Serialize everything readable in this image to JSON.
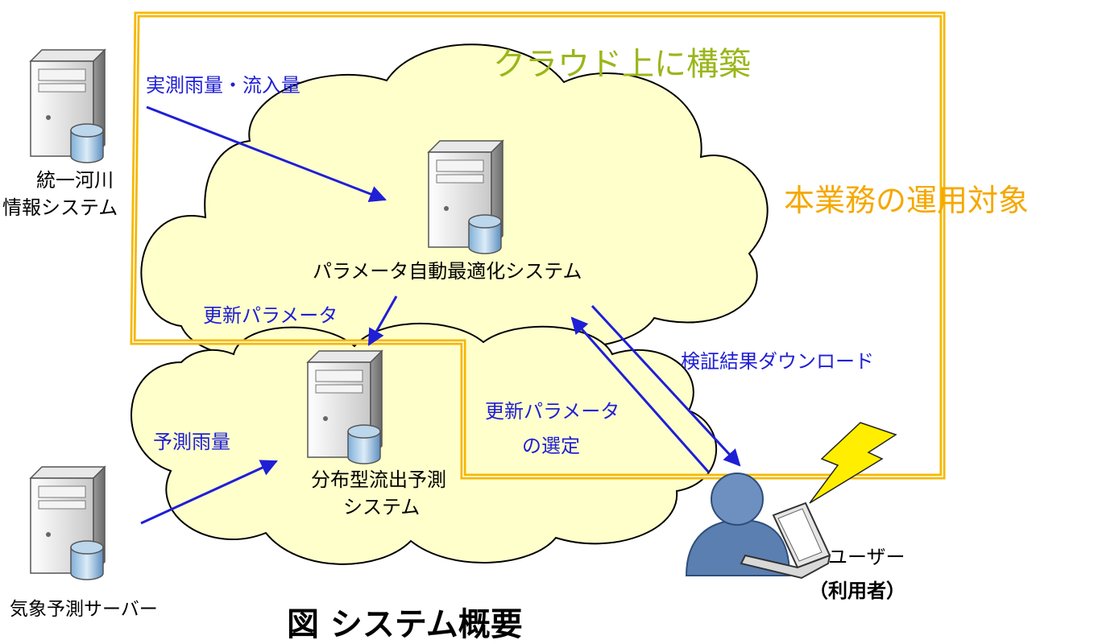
{
  "colors": {
    "cloud_fill": "#ffffcc",
    "cloud_stroke": "#000000",
    "boundary": "#f5b800",
    "arrow": "#1f1fd6",
    "cloud_title": "#9ab61a",
    "boundary_title": "#f5a800",
    "user": "#5b7fb0",
    "lightning": "#ffee00"
  },
  "titles": {
    "cloud": "クラウド上に構築",
    "boundary": "本業務の運用対象",
    "figure_caption": "図 システム概要"
  },
  "nodes": {
    "river_info": {
      "line1": "統一河川",
      "line2": "情報システム",
      "icon": "server-icon"
    },
    "weather_server": {
      "label": "気象予測サーバー",
      "icon": "server-icon"
    },
    "param_opt": {
      "label": "パラメータ自動最適化システム",
      "icon": "server-icon"
    },
    "runoff": {
      "line1": "分布型流出予測",
      "line2": "システム",
      "icon": "server-icon"
    },
    "user": {
      "line1": "ユーザー",
      "line2": "（利用者）",
      "icon": "user-with-laptop-icon"
    }
  },
  "flows": {
    "observed": "実測雨量・流入量",
    "updated_params": "更新パラメータ",
    "forecast_rain": "予測雨量",
    "select_line1": "更新パラメータ",
    "select_line2": "の選定",
    "download": "検証結果ダウンロード"
  }
}
